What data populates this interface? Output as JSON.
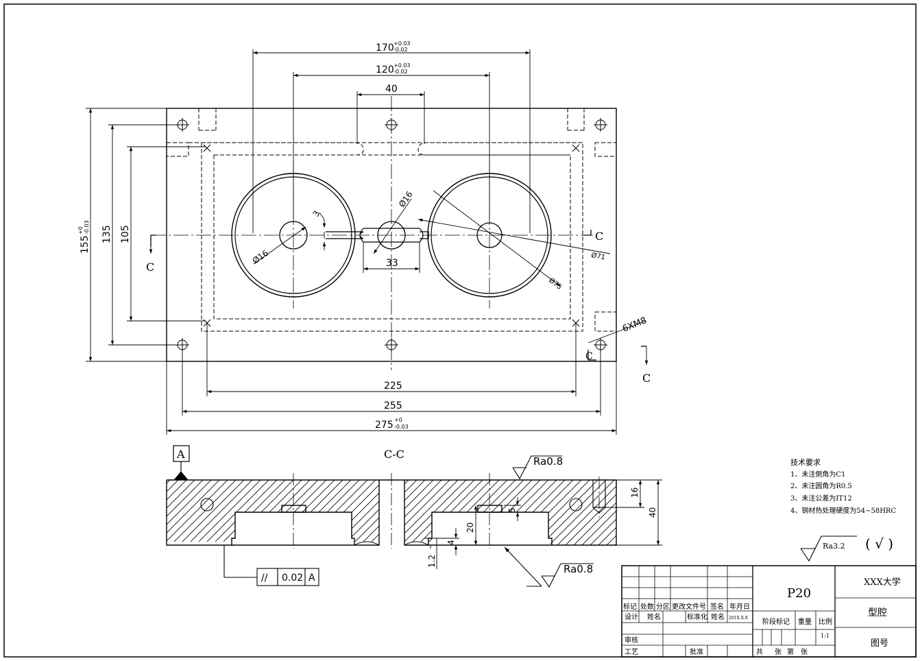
{
  "plan_view": {
    "dims": {
      "top_170": "170",
      "top_170_tol_up": "+0.03",
      "top_170_tol_low": "-0.02",
      "top_120": "120",
      "top_120_tol_up": "+0.03",
      "top_120_tol_low": "-0.02",
      "top_40": "40",
      "left_155": "155",
      "left_155_tol_up": "+0",
      "left_155_tol_low": "-0.03",
      "left_135": "135",
      "left_105": "105",
      "bottom_225": "225",
      "bottom_255": "255",
      "bottom_275": "275",
      "bottom_275_tol_up": "+0",
      "bottom_275_tol_low": "-0.03",
      "phi16_left": "Ø16",
      "phi16_center": "Ø16",
      "dim_3": "3",
      "dim_33": "33",
      "phi71": "Ø71",
      "phi75": "Ø75",
      "thread": "6XM8"
    },
    "section_marks": [
      "C",
      "C",
      "C",
      "C"
    ]
  },
  "section_view": {
    "title": "C-C",
    "datum": "A",
    "roughness_top": "Ra0.8",
    "roughness_bottom": "Ra0.8",
    "dims": {
      "d16": "16",
      "d40": "40",
      "d5": "5",
      "d20": "20",
      "d4": "4",
      "d1_2": "1.2"
    },
    "tolerance_frame": {
      "symbol": "//",
      "value": "0.02",
      "datum": "A"
    }
  },
  "tech_requirements": {
    "title": "技术要求",
    "items": [
      "1、未注倒角为C1",
      "2、未注圆角为R0.5",
      "3、未注公差为IT12",
      "4、钢材热处理硬度为54~58HRC"
    ]
  },
  "general_roughness": {
    "value": "Ra3.2",
    "bracket": "( √ )"
  },
  "title_block": {
    "part_no": "P20",
    "school": "XXX大学",
    "part_name": "型腔",
    "drawing_no_label": "图号",
    "headers": [
      "标记",
      "处数",
      "分区",
      "更改文件号",
      "签名",
      "年月日"
    ],
    "design_label": "设计",
    "name_label": "姓名",
    "standardize_label": "标准化",
    "name2_label": "姓名",
    "date_value": "201X.X.X",
    "stage_label": "阶段标记",
    "weight_label": "重量",
    "scale_label": "比例",
    "scale_value": "1:1",
    "review_label": "审核",
    "process_label": "工艺",
    "approve_label": "批准",
    "sheets": [
      "共",
      "张",
      "第",
      "张"
    ]
  }
}
